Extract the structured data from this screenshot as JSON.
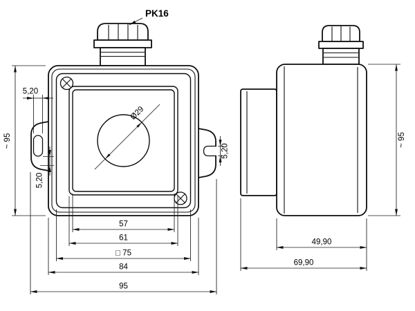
{
  "gland_label": "PK16",
  "front_view": {
    "overall_height": "~ 95",
    "tab_slot_width": "5,20",
    "tab_slot_left": "5,20",
    "tab_slot_right": "5,20",
    "hole_diameter": "Ø29",
    "recess_width": "57",
    "inner_width": "61",
    "lid_square": "□ 75",
    "body_width": "84",
    "overall_width": "95"
  },
  "side_view": {
    "overall_height": "~ 95",
    "body_depth": "49,90",
    "overall_depth": "69,90"
  }
}
